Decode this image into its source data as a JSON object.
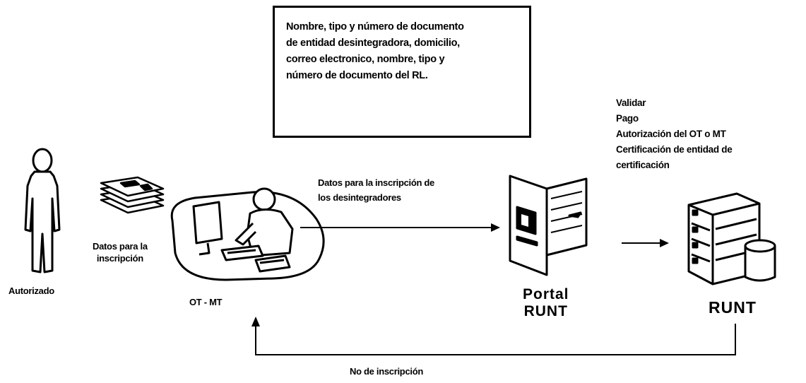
{
  "note": {
    "lines": [
      "Nombre, tipo y número de documento",
      "de entidad desintegradora, domicilio,",
      "correo electronico, nombre, tipo y",
      "número de documento del RL."
    ]
  },
  "validar": {
    "heading": "Validar",
    "items": [
      "Pago",
      "Autorización del OT o MT",
      "Certificación de entidad de",
      "certificación"
    ]
  },
  "actors": {
    "autorizado": "Autorizado",
    "ot_mt": "OT - MT",
    "portal": [
      "Portal",
      "RUNT"
    ],
    "runt": "RUNT"
  },
  "labels": {
    "datos_inscripcion": [
      "Datos para la",
      "inscripción"
    ],
    "datos_desintegradores": [
      "Datos para la inscripción de",
      "los  desintegradores"
    ],
    "no_inscripcion": "No de inscripción"
  }
}
